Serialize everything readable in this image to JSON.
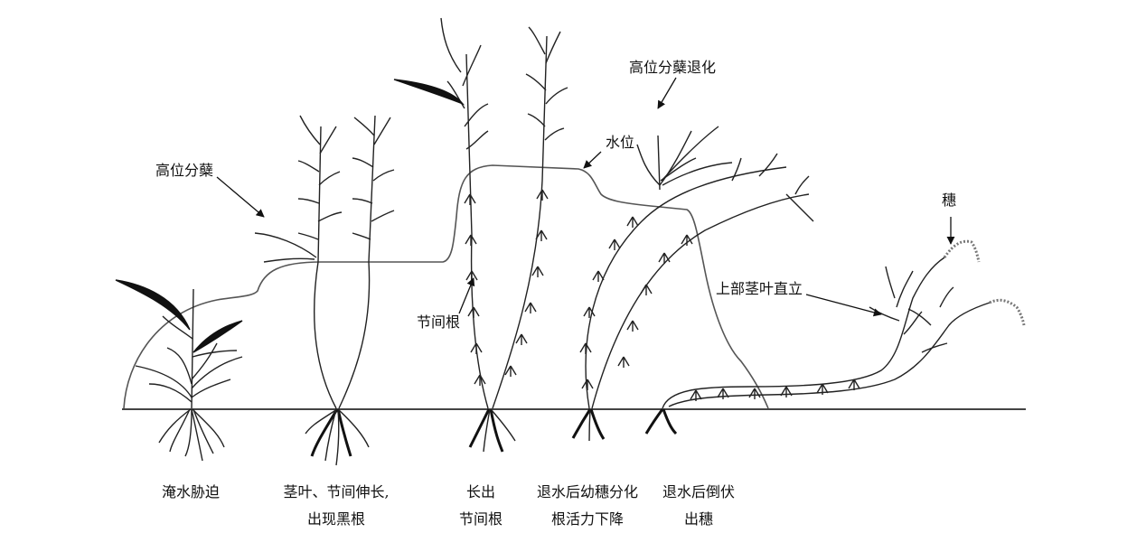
{
  "annotations": {
    "high_tiller": "高位分蘖",
    "water_level": "水位",
    "high_tiller_degenerate": "高位分蘖退化",
    "internode_root": "节间根",
    "upper_stem_leaf_upright": "上部茎叶直立",
    "panicle": "穗"
  },
  "stages": [
    {
      "line1": "淹水胁迫",
      "line2": ""
    },
    {
      "line1": "茎叶、节间伸长,",
      "line2": "出现黑根"
    },
    {
      "line1": "长出",
      "line2": "节间根"
    },
    {
      "line1": "退水后幼穗分化",
      "line2": "根活力下降"
    },
    {
      "line1": "退水后倒伏",
      "line2": "出穗"
    }
  ],
  "colors": {
    "ink": "#111111",
    "water": "#555555",
    "leaf": "#2a2a2a"
  }
}
